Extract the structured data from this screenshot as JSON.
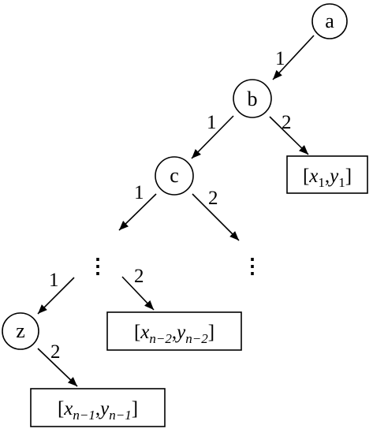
{
  "nodes": {
    "a": "a",
    "b": "b",
    "c": "c",
    "z": "z"
  },
  "edges": {
    "a_b": "1",
    "b_c": "1",
    "b_box1": "2",
    "c_left": "1",
    "c_right": "2",
    "mid_box": "2",
    "left_z": "1",
    "z_box": "2"
  },
  "boxes": {
    "box1": {
      "open": "[",
      "x": "x",
      "x_sub": "1",
      "comma": ",",
      "y": "y",
      "y_sub": "1",
      "close": "]"
    },
    "box2": {
      "open": "[",
      "x": "x",
      "x_sub": "n−2",
      "comma": ",",
      "y": "y",
      "y_sub": "n−2",
      "close": "]"
    },
    "box3": {
      "open": "[",
      "x": "x",
      "x_sub": "n−1",
      "comma": ",",
      "y": "y",
      "y_sub": "n−1",
      "close": "]"
    }
  },
  "ellipsis": {
    "middle": "⋮",
    "right": "⋮"
  }
}
